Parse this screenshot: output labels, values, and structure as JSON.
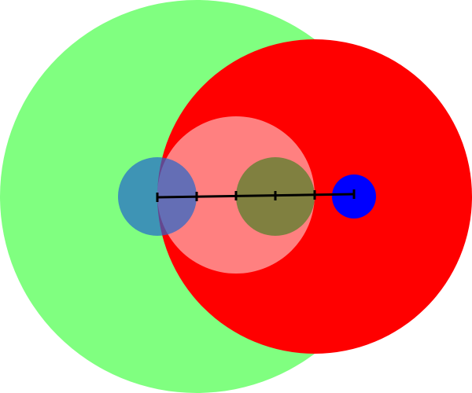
{
  "circles": [
    {
      "id": "large-green-circle",
      "color": "#80ff80",
      "opacity": 1
    },
    {
      "id": "large-red-circle",
      "color": "#ff0000",
      "opacity": 1
    },
    {
      "id": "pink-inner-circle",
      "color": "#ffffff",
      "opacity": 0.5
    },
    {
      "id": "olive-circle",
      "color": "#808040",
      "opacity": 1
    },
    {
      "id": "small-blue-circle-left",
      "color": "#2266cc",
      "opacity": 0.7
    },
    {
      "id": "small-blue-circle-right",
      "color": "#0000ff",
      "opacity": 1
    }
  ],
  "scale_bar": {
    "color": "#000000",
    "tick_count": 6
  }
}
